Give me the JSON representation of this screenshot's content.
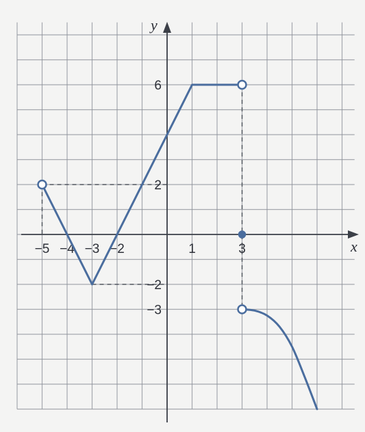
{
  "chart_data": {
    "type": "line",
    "title": "",
    "xlabel": "x",
    "ylabel": "y",
    "xlim": [
      -6,
      7.5
    ],
    "ylim": [
      -7,
      8.5
    ],
    "grid": true,
    "x_ticks": [
      {
        "value": -5,
        "label": "-5"
      },
      {
        "value": -4,
        "label": "-4"
      },
      {
        "value": -3,
        "label": "-3"
      },
      {
        "value": -2,
        "label": "-2"
      },
      {
        "value": 1,
        "label": "1"
      },
      {
        "value": 3,
        "label": "3"
      }
    ],
    "y_ticks": [
      {
        "value": 6,
        "label": "6"
      },
      {
        "value": 2,
        "label": "2"
      },
      {
        "value": -2,
        "label": "-2"
      },
      {
        "value": -3,
        "label": "-3"
      }
    ],
    "segments": [
      {
        "kind": "line",
        "points": [
          [
            -5,
            2
          ],
          [
            -3,
            -2
          ],
          [
            1,
            6
          ],
          [
            3,
            6
          ]
        ]
      },
      {
        "kind": "curve",
        "points": [
          [
            3,
            -3
          ],
          [
            3.5,
            -3.05
          ],
          [
            4,
            -3.25
          ],
          [
            4.5,
            -3.7
          ],
          [
            5,
            -4.5
          ],
          [
            5.5,
            -5.7
          ],
          [
            6,
            -7
          ]
        ]
      }
    ],
    "open_points": [
      [
        -5,
        2
      ],
      [
        3,
        6
      ],
      [
        3,
        -3
      ]
    ],
    "closed_points": [
      [
        3,
        0
      ]
    ],
    "dashed_guides": [
      {
        "points": [
          [
            -5,
            2
          ],
          [
            0,
            2
          ]
        ]
      },
      {
        "points": [
          [
            -5,
            2
          ],
          [
            -5,
            0
          ]
        ]
      },
      {
        "points": [
          [
            -3,
            -2
          ],
          [
            0,
            -2
          ]
        ]
      },
      {
        "points": [
          [
            3,
            6
          ],
          [
            3,
            -3
          ]
        ]
      }
    ]
  }
}
